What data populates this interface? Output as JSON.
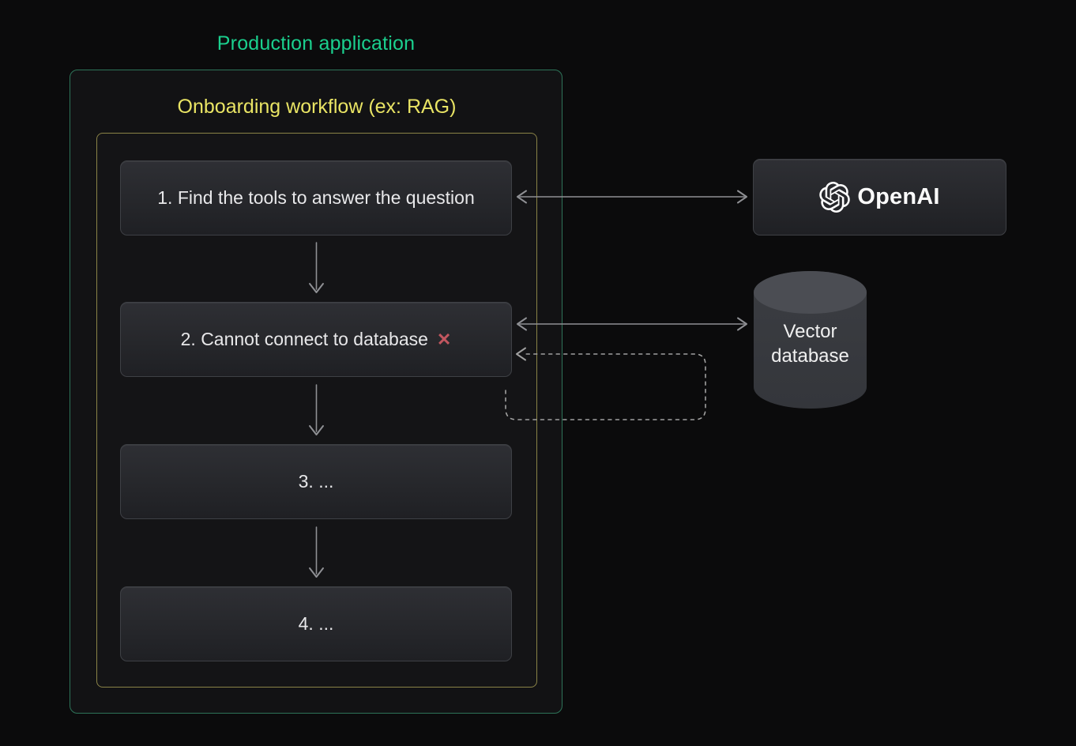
{
  "diagram": {
    "outer_title": "Production application",
    "inner_title": "Onboarding workflow (ex: RAG)"
  },
  "steps": [
    {
      "label": "1. Find the tools to answer the question"
    },
    {
      "label": "2. Cannot connect to database",
      "error_icon": "✕"
    },
    {
      "label": "3. ..."
    },
    {
      "label": "4. ..."
    }
  ],
  "external": {
    "openai_label": "OpenAI",
    "vector_db_line1": "Vector",
    "vector_db_line2": "database"
  },
  "colors": {
    "outer_title": "#1bd08e",
    "outer_border": "#2e7459",
    "inner_title": "#e9e464",
    "inner_border": "#8a8347",
    "error": "#c2565f",
    "arrow": "#8f9094",
    "dashed_arrow": "#a0a0a0"
  }
}
